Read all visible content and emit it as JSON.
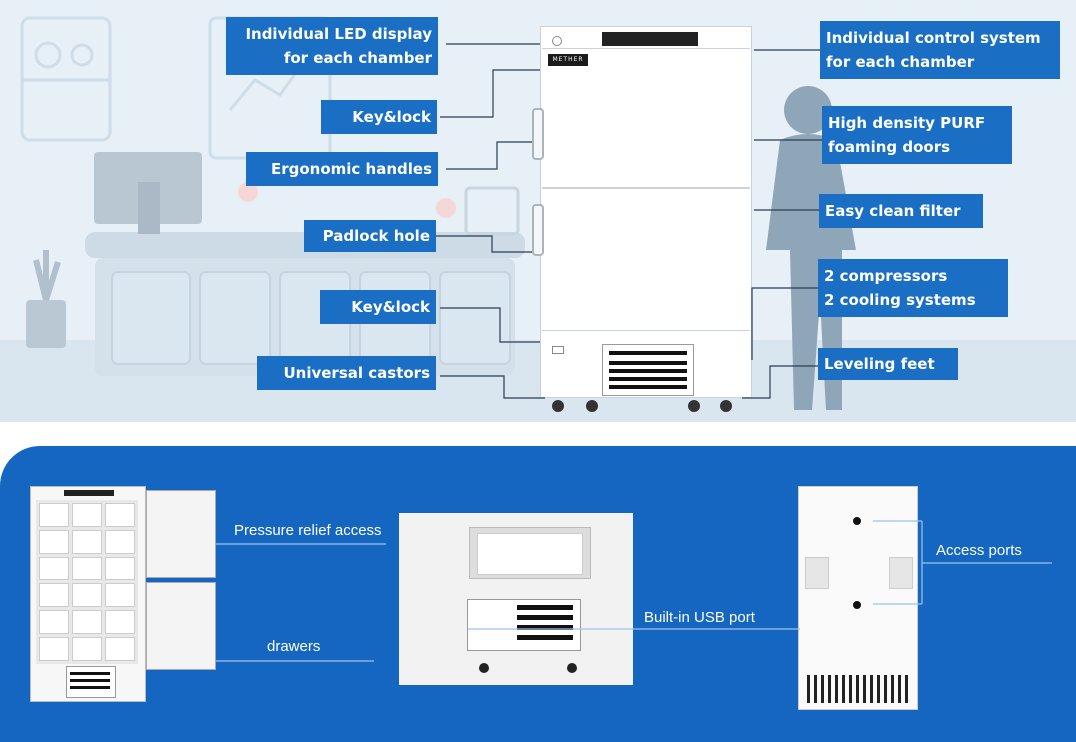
{
  "top_labels": {
    "led_display": "Individual  LED display\nfor each chamber",
    "key_lock_1": "Key&lock",
    "ergonomic_handles": "Ergonomic handles",
    "padlock_hole": "Padlock hole",
    "key_lock_2": "Key&lock",
    "universal_castors": "Universal castors",
    "control_system": "Individual control system\nfor each chamber",
    "purf_doors": "High density PURF\nfoaming doors",
    "clean_filter": "Easy clean filter",
    "compressors": "2 compressors\n2 cooling systems",
    "leveling_feet": "Leveling feet"
  },
  "brand": "METHER",
  "bottom_labels": {
    "pressure_relief": "Pressure relief access",
    "drawers": "drawers",
    "usb_port": "Built-in USB port",
    "access_ports": "Access ports"
  },
  "colors": {
    "label_blue": "#1a6fc4",
    "panel_blue": "#1466c0",
    "background": "#e6f0f6"
  }
}
